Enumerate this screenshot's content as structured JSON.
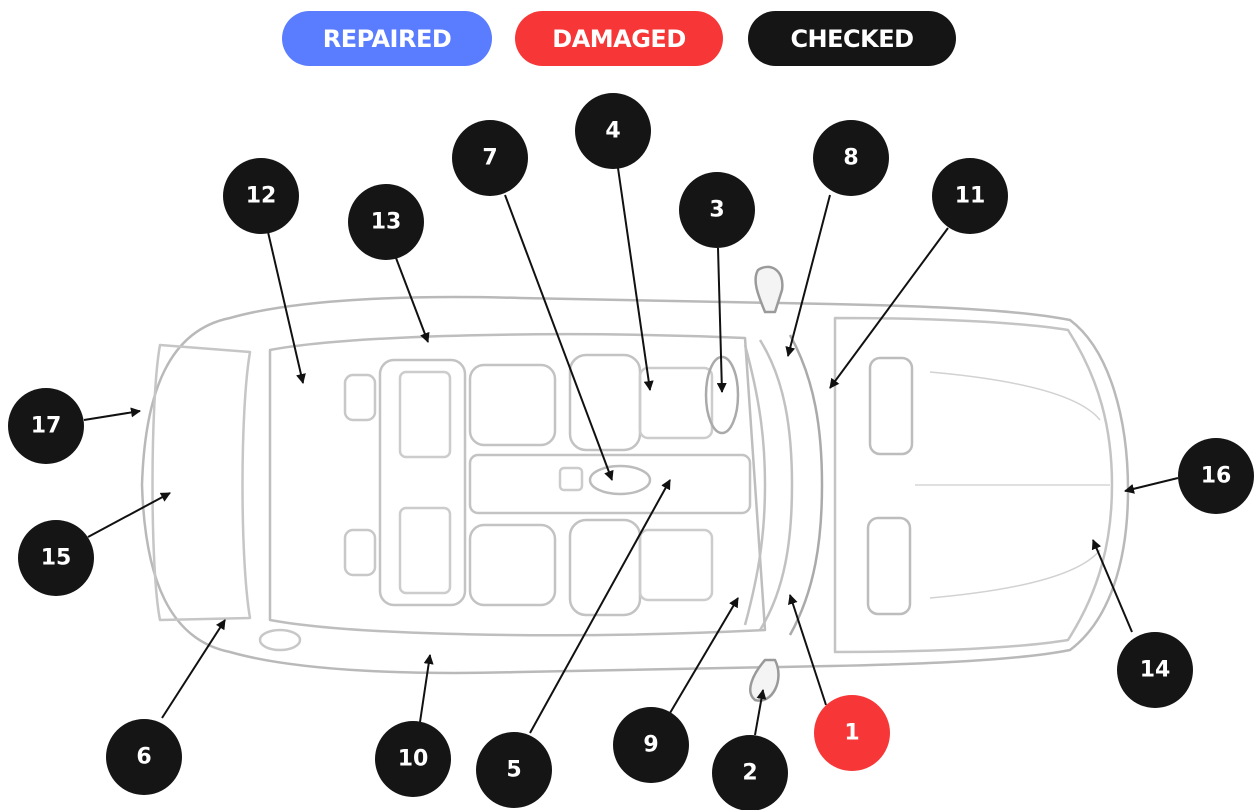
{
  "legend": {
    "repaired": {
      "label": "REPAIRED",
      "color": "#5a7cff"
    },
    "damaged": {
      "label": "DAMAGED",
      "color": "#f73737"
    },
    "checked": {
      "label": "CHECKED",
      "color": "#151515"
    }
  },
  "markers": [
    {
      "number": "1",
      "status": "damaged"
    },
    {
      "number": "2",
      "status": "checked"
    },
    {
      "number": "3",
      "status": "checked"
    },
    {
      "number": "4",
      "status": "checked"
    },
    {
      "number": "5",
      "status": "checked"
    },
    {
      "number": "6",
      "status": "checked"
    },
    {
      "number": "7",
      "status": "checked"
    },
    {
      "number": "8",
      "status": "checked"
    },
    {
      "number": "9",
      "status": "checked"
    },
    {
      "number": "10",
      "status": "checked"
    },
    {
      "number": "11",
      "status": "checked"
    },
    {
      "number": "12",
      "status": "checked"
    },
    {
      "number": "13",
      "status": "checked"
    },
    {
      "number": "14",
      "status": "checked"
    },
    {
      "number": "15",
      "status": "checked"
    },
    {
      "number": "16",
      "status": "checked"
    },
    {
      "number": "17",
      "status": "checked"
    }
  ]
}
